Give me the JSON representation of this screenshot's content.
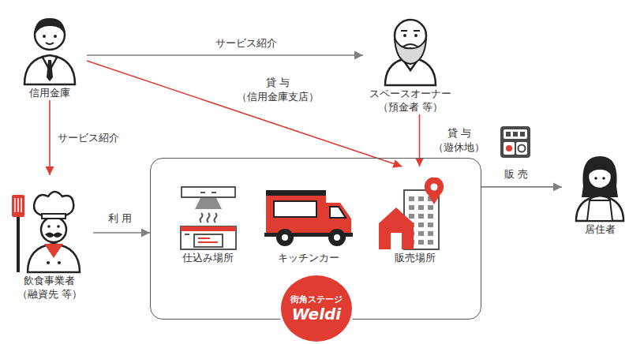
{
  "diagram": {
    "nodes": [
      {
        "text": [
          "信用金庫"
        ]
      },
      {
        "text": [
          "スペースオーナー （預金者 等）"
        ]
      },
      {
        "text": [
          "飲食事業者 （融資先 等）"
        ]
      },
      {
        "text": [
          "街角ステージ",
          "Weldi"
        ]
      },
      {
        "text": [
          "仕込み場所"
        ],
        "in": 3
      },
      {
        "text": [
          "キッチンカー"
        ],
        "in": 3
      },
      {
        "text": [
          "販売場所"
        ],
        "in": 3
      },
      {
        "text": [
          "居住者"
        ]
      }
    ],
    "edges": [
      {
        "from": 0,
        "to": 1,
        "label": "サービス紹介",
        "arrow": "to"
      },
      {
        "from": 0,
        "to": 6,
        "label": "貸 与 （信用金庫支店）",
        "arrow": "to"
      },
      {
        "from": 0,
        "to": 2,
        "label": "サービス紹介",
        "arrow": "to"
      },
      {
        "from": 1,
        "to": 6,
        "label": "貸 与 （遊休地）",
        "arrow": "to"
      },
      {
        "from": 2,
        "to": 3,
        "label": "利 用",
        "arrow": "to"
      },
      {
        "from": 3,
        "to": 7,
        "label": "販 売",
        "arrow": "to"
      }
    ]
  }
}
